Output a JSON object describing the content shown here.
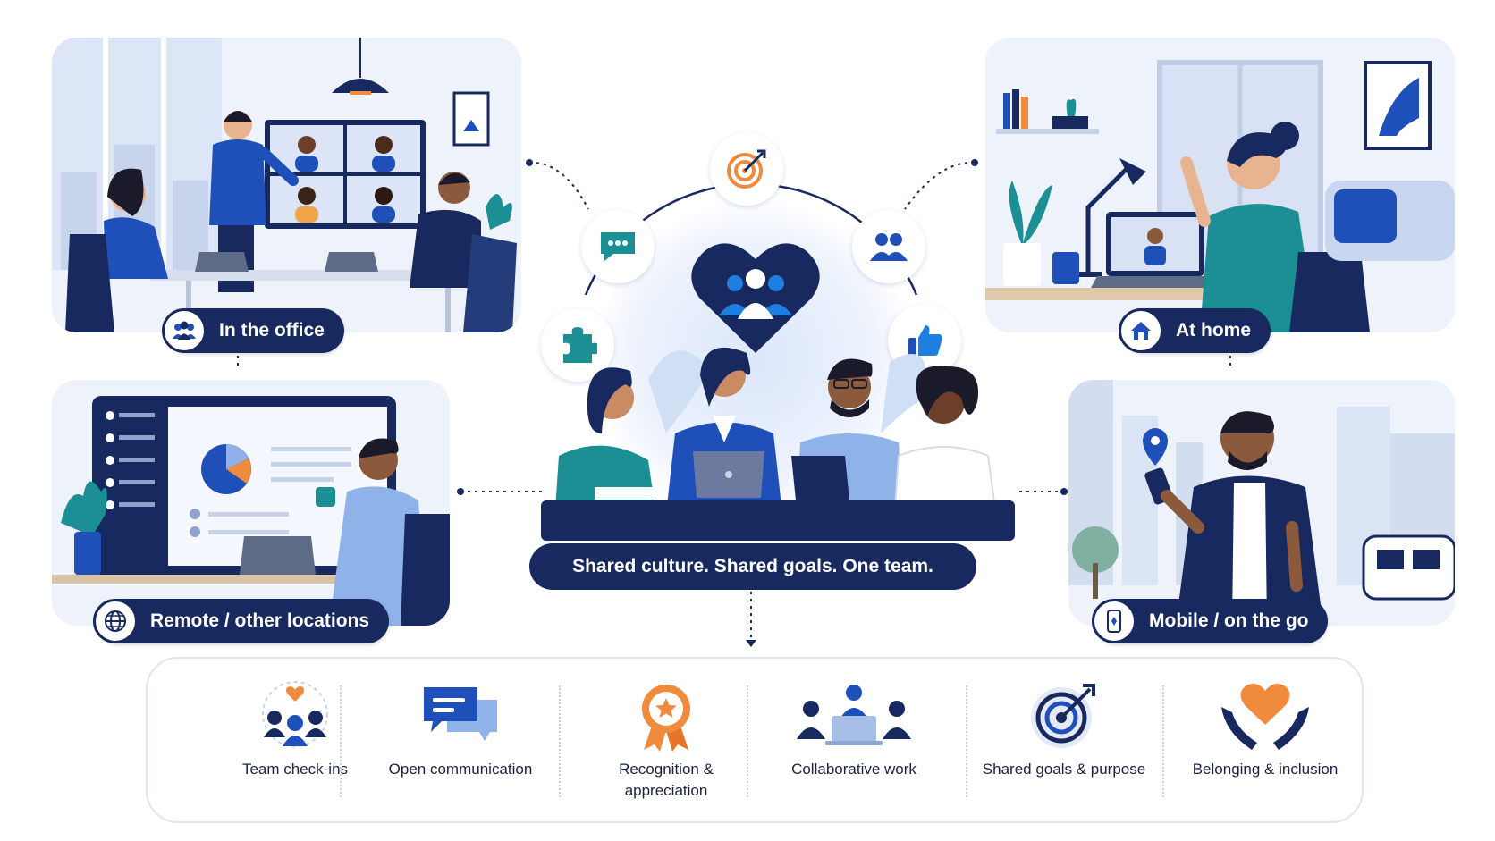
{
  "locations": {
    "office": "In the office",
    "home": "At home",
    "remote": "Remote / other locations",
    "mobile": "Mobile / on the go"
  },
  "center": {
    "banner": "Shared culture. Shared goals. One team."
  },
  "features": [
    {
      "label": "Team check-ins",
      "icon": "team-checkin-icon"
    },
    {
      "label": "Open communication",
      "icon": "chat-bubbles-icon"
    },
    {
      "label": "Recognition & appreciation",
      "icon": "award-ribbon-icon"
    },
    {
      "label": "Collaborative work",
      "icon": "collaboration-icon"
    },
    {
      "label": "Shared goals & purpose",
      "icon": "target-icon"
    },
    {
      "label": "Belonging & inclusion",
      "icon": "heart-hands-icon"
    }
  ],
  "colors": {
    "navy": "#17295e",
    "blue": "#1f4fb8",
    "teal": "#1b8f93",
    "orange": "#f08a3c",
    "panel_bg": "#eef2fa"
  }
}
